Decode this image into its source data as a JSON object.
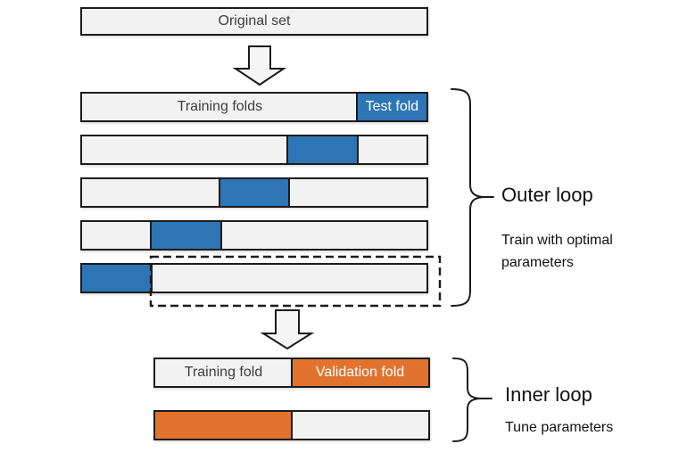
{
  "colors": {
    "blue": "#2e75b5",
    "orange": "#e2732e",
    "box_fill": "#f2f2f2",
    "border": "#1b1b1b",
    "text_dark": "#3d3d3d"
  },
  "original_set": {
    "label": "Original set"
  },
  "outer_loop": {
    "fold_count": 5,
    "rows": [
      {
        "test_fold_index": 4
      },
      {
        "test_fold_index": 3
      },
      {
        "test_fold_index": 2
      },
      {
        "test_fold_index": 1
      },
      {
        "test_fold_index": 0
      }
    ],
    "first_row_labels": {
      "training": "Training folds",
      "test": "Test fold"
    },
    "bracket_label": "Outer loop",
    "bracket_sublabel": "Train with optimal parameters"
  },
  "inner_loop": {
    "half_count": 2,
    "rows": [
      {
        "validation_half_index": 1
      },
      {
        "validation_half_index": 0
      }
    ],
    "first_row_labels": {
      "training": "Training fold",
      "validation": "Validation fold"
    },
    "bracket_label": "Inner loop",
    "bracket_sublabel": "Tune parameters"
  },
  "icons": {
    "down_arrow": "hollow down arrow",
    "brace": "right curly brace"
  }
}
